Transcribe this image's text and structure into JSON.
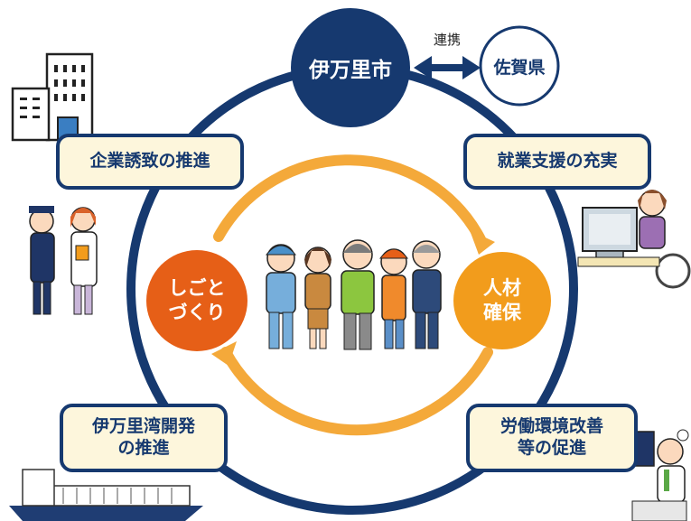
{
  "city": {
    "label": "伊万里市"
  },
  "prefecture": {
    "label": "佐賀県"
  },
  "link": {
    "label": "連携"
  },
  "cycle_left": {
    "label": "しごと\nづくり"
  },
  "cycle_right": {
    "label": "人材\n確保"
  },
  "boxes": {
    "top_left": "企業誘致の推進",
    "top_right": "就業支援の充実",
    "bottom_left": "伊万里湾開発\nの推進",
    "bottom_right": "労働環境改善\n等の促進"
  },
  "colors": {
    "navy": "#16396f",
    "cream": "#fdf6dc",
    "orange_arrow": "#f4a93a",
    "red_circle": "#e65f17",
    "orange_circle": "#f29c1c"
  }
}
